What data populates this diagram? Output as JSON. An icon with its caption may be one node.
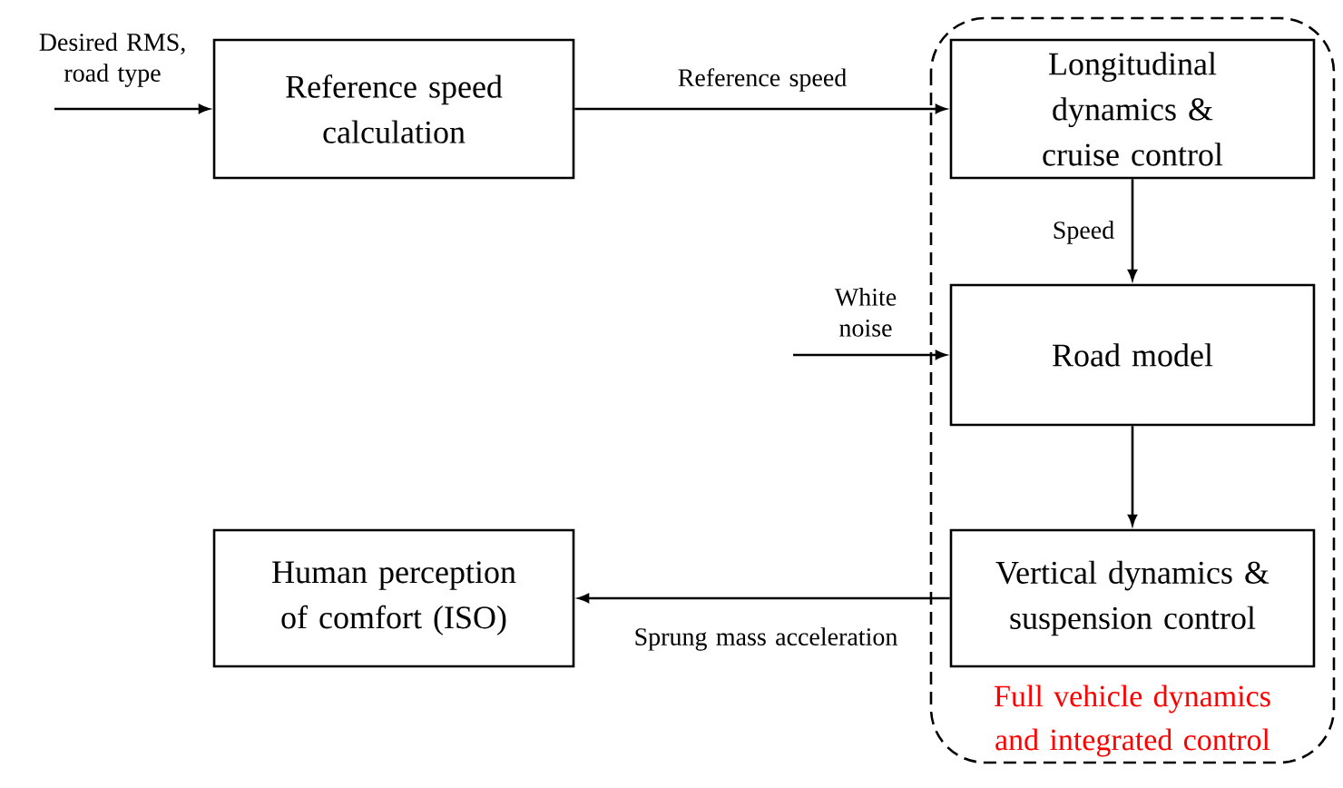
{
  "diagram": {
    "nodes": [
      {
        "text": [
          "Full vehicle dynamics and integrated control"
        ]
      },
      {
        "text": [
          "Reference speed calculation"
        ]
      },
      {
        "text": [
          "Longitudinal dynamics & cruise control"
        ],
        "in": 0
      },
      {
        "text": [
          "Road model"
        ],
        "in": 0
      },
      {
        "text": [
          "Vertical dynamics & suspension control"
        ],
        "in": 0
      },
      {
        "text": [
          "Human perception of comfort (ISO)"
        ]
      }
    ],
    "edges": [
      {
        "from": null,
        "to": 1,
        "arrow": "to",
        "label": "Desired RMS, road type"
      },
      {
        "from": 1,
        "to": 2,
        "arrow": "to",
        "label": "Reference speed"
      },
      {
        "from": 2,
        "to": 3,
        "arrow": "to",
        "label": "Speed"
      },
      {
        "from": null,
        "to": 3,
        "arrow": "to",
        "label": "White noise"
      },
      {
        "from": 3,
        "to": 4,
        "arrow": "to"
      },
      {
        "from": 4,
        "to": 5,
        "arrow": "to",
        "label": "Sprung mass acceleration"
      }
    ]
  }
}
